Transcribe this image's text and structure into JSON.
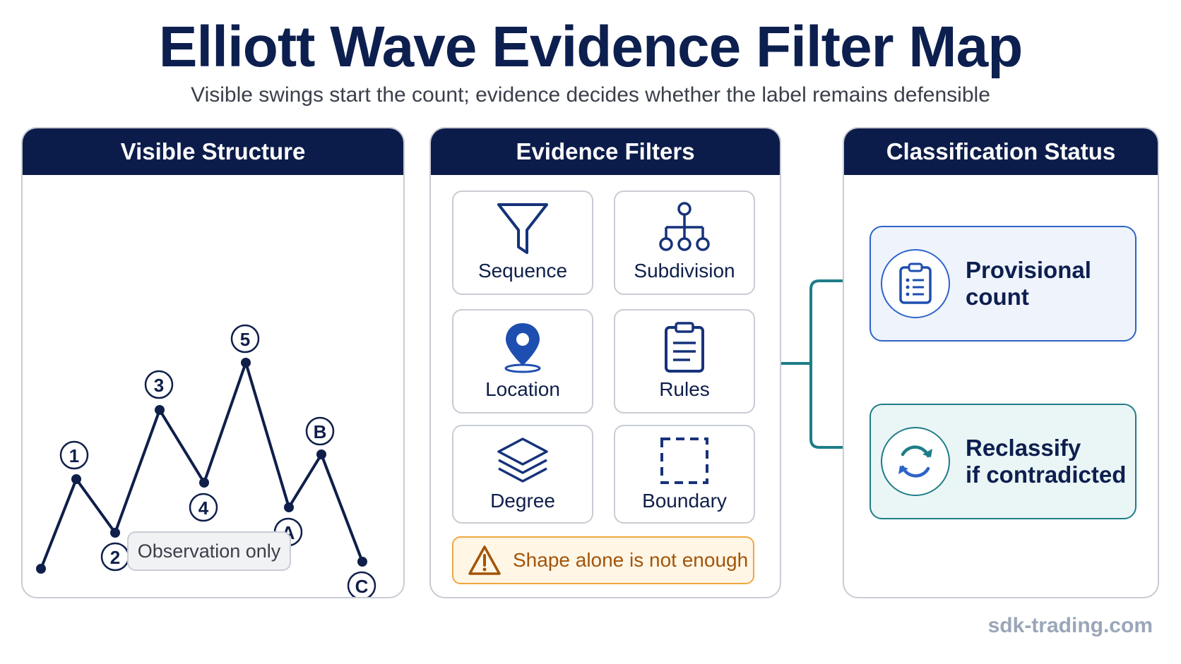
{
  "title": "Elliott Wave Evidence Filter Map",
  "subtitle": "Visible swings start the count; evidence decides whether the label remains defensible",
  "colors": {
    "navy": "#0c1c4a",
    "blue": "#2e64c8",
    "teal": "#1f7d88",
    "amber": "#f0a640"
  },
  "panels": {
    "structure": {
      "header": "Visible Structure",
      "wave_labels": [
        "1",
        "2",
        "3",
        "4",
        "5",
        "A",
        "B",
        "C"
      ],
      "pill": "Observation only"
    },
    "filters": {
      "header": "Evidence Filters",
      "items": [
        {
          "label": "Sequence",
          "icon": "funnel-icon"
        },
        {
          "label": "Subdivision",
          "icon": "hierarchy-icon"
        },
        {
          "label": "Location",
          "icon": "map-pin-icon"
        },
        {
          "label": "Rules",
          "icon": "clipboard-icon"
        },
        {
          "label": "Degree",
          "icon": "layers-icon"
        },
        {
          "label": "Boundary",
          "icon": "dashed-square-icon"
        }
      ],
      "warning": {
        "label": "Shape alone is not enough",
        "icon": "warning-icon"
      }
    },
    "status": {
      "header": "Classification Status",
      "items": [
        {
          "line1": "Provisional count",
          "line2": "",
          "icon": "clipboard-list-icon"
        },
        {
          "line1": "Reclassify",
          "line2": "if contradicted",
          "icon": "refresh-icon"
        }
      ]
    }
  },
  "footer": "sdk-trading.com"
}
